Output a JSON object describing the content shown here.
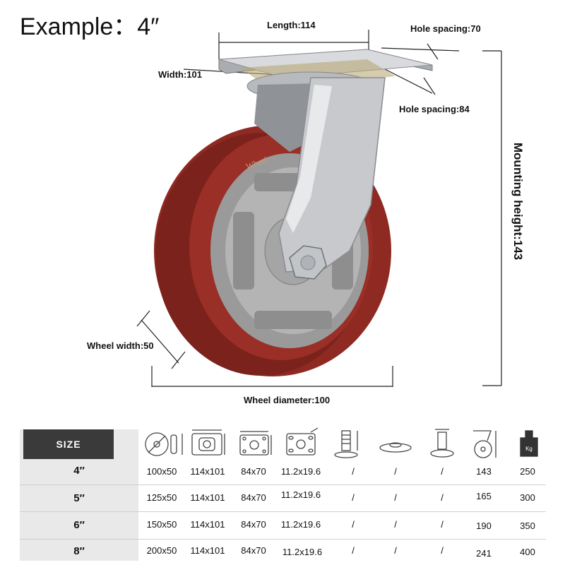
{
  "title": "Example：4″",
  "dims": {
    "length": "Length:114",
    "width": "Width:101",
    "hole_spacing_top": "Hole spacing:70",
    "hole_spacing_right": "Hole spacing:84",
    "mounting_height": "Mounting height:143",
    "wheel_width": "Wheel width:50",
    "wheel_diameter": "Wheel diameter:100"
  },
  "wheel_brand": "Wheel",
  "colors": {
    "tread": "#8e2a22",
    "hub": "#9a9a9a",
    "bracket": "#c7c9cc",
    "header": "#3a3a3a"
  },
  "table": {
    "size_header": "SIZE",
    "weight_unit": "Kg",
    "column_icons": [
      "wheel-size-icon",
      "top-plate-icon",
      "hole-spacing-icon",
      "bolt-hole-icon",
      "stem-length-icon",
      "mount-plate-icon",
      "stem-icon",
      "mounting-height-icon",
      "load-weight-icon"
    ],
    "rows": [
      {
        "size": "4″",
        "cells": [
          "100x50",
          "114x101",
          "84x70",
          "11.2x19.6",
          "/",
          "/",
          "/",
          "143",
          "250"
        ]
      },
      {
        "size": "5″",
        "cells": [
          "125x50",
          "114x101",
          "84x70",
          "11.2x19.6",
          "/",
          "/",
          "/",
          "165",
          "300"
        ]
      },
      {
        "size": "6″",
        "cells": [
          "150x50",
          "114x101",
          "84x70",
          "11.2x19.6",
          "/",
          "/",
          "/",
          "190",
          "350"
        ]
      },
      {
        "size": "8″",
        "cells": [
          "200x50",
          "114x101",
          "84x70",
          "11.2x19.6",
          "/",
          "/",
          "/",
          "241",
          "400"
        ]
      }
    ]
  }
}
